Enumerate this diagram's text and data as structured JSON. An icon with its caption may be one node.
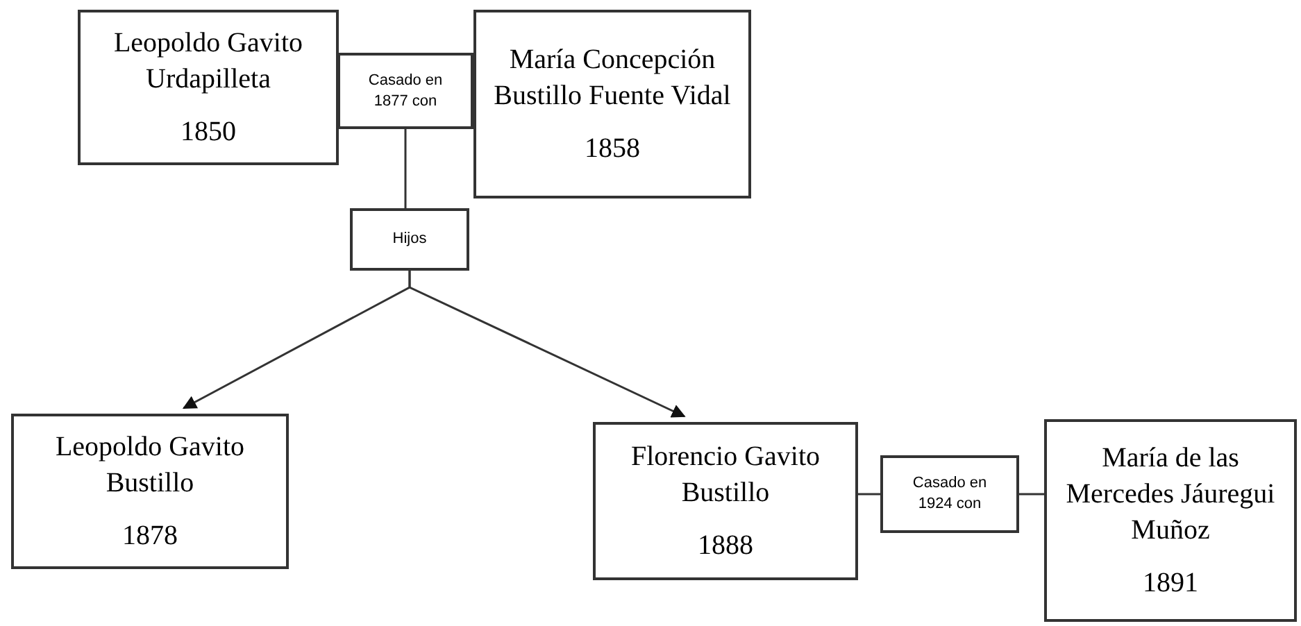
{
  "diagram": {
    "nodes": [
      {
        "text": [
          "Leopoldo Gavito Urdapilleta",
          "1850"
        ]
      },
      {
        "text": [
          "Casado en 1877 con"
        ]
      },
      {
        "text": [
          "María Concepción Bustillo Fuente Vidal",
          "1858"
        ]
      },
      {
        "text": [
          "Hijos"
        ]
      },
      {
        "text": [
          "Leopoldo Gavito Bustillo",
          "1878"
        ]
      },
      {
        "text": [
          "Florencio Gavito Bustillo",
          "1888"
        ]
      },
      {
        "text": [
          "Casado en 1924 con"
        ]
      },
      {
        "text": [
          "María de las Mercedes Jáuregui Muñoz",
          "1891"
        ]
      }
    ],
    "edges": [
      {
        "from": 1,
        "to": 3,
        "arrow": "none"
      },
      {
        "from": 3,
        "to": 4,
        "arrow": "to"
      },
      {
        "from": 3,
        "to": 5,
        "arrow": "to"
      },
      {
        "from": 5,
        "to": 6,
        "arrow": "none"
      },
      {
        "from": 6,
        "to": 7,
        "arrow": "none"
      }
    ]
  }
}
